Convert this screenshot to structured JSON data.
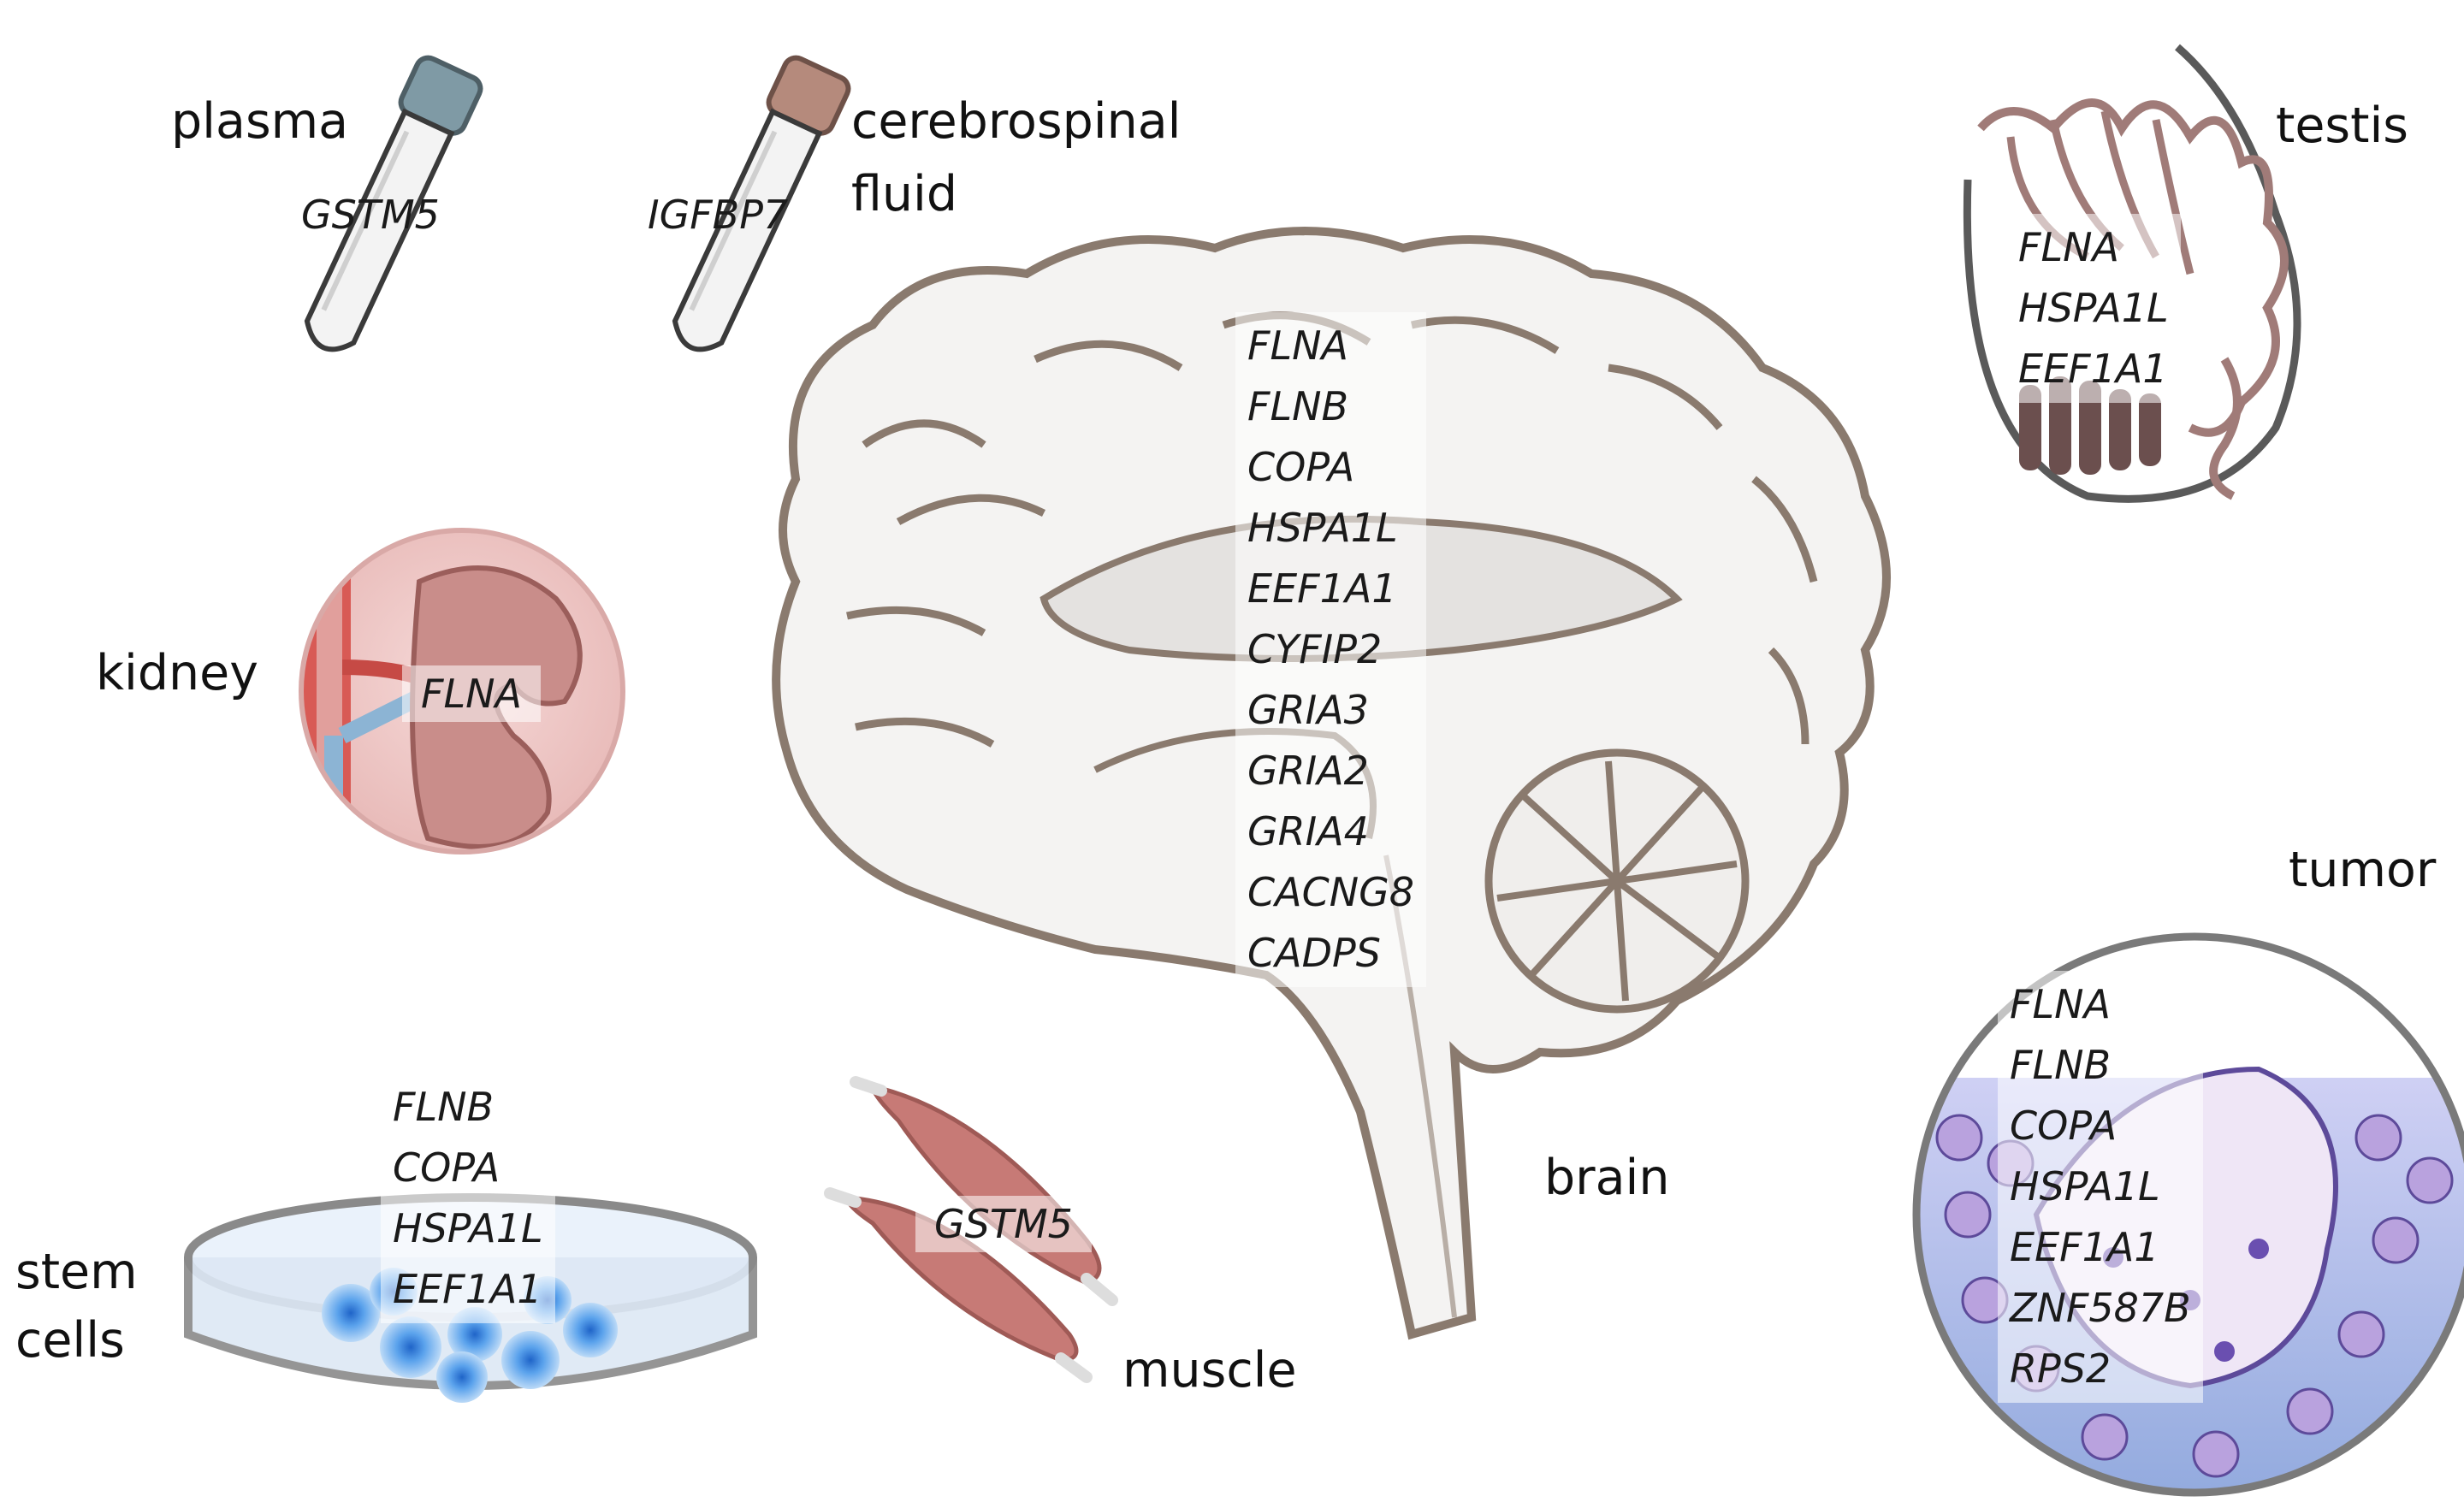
{
  "labels": {
    "plasma": "plasma",
    "csf_line1": "cerebrospinal",
    "csf_line2": "fluid",
    "testis": "testis",
    "kidney": "kidney",
    "tumor": "tumor",
    "brain": "brain",
    "stem_line1": "stem",
    "stem_line2": "cells",
    "muscle": "muscle"
  },
  "genes": {
    "plasma": "GSTM5",
    "csf": "IGFBP7",
    "kidney": "FLNA",
    "muscle": "GSTM5",
    "brain": [
      "FLNA",
      "FLNB",
      "COPA",
      "HSPA1L",
      "EEF1A1",
      "CYFIP2",
      "GRIA3",
      "GRIA2",
      "GRIA4",
      "CACNG8",
      "CADPS"
    ],
    "testis": [
      "FLNA",
      "HSPA1L",
      "EEF1A1"
    ],
    "stem_cells": [
      "FLNB",
      "COPA",
      "HSPA1L",
      "EEF1A1"
    ],
    "tumor": [
      "FLNA",
      "FLNB",
      "COPA",
      "HSPA1L",
      "EEF1A1",
      "ZNF587B",
      "RPS2"
    ]
  },
  "colors": {
    "tube_plasma_cap": "#7f9aa5",
    "tube_csf_cap": "#b58a7c",
    "kidney": "#c98d8a",
    "muscle": "#c77a76",
    "brain_outline": "#8a7a6e",
    "tumor_cells": "#7f6fc0",
    "stem_cells": "#3f8ee0"
  }
}
